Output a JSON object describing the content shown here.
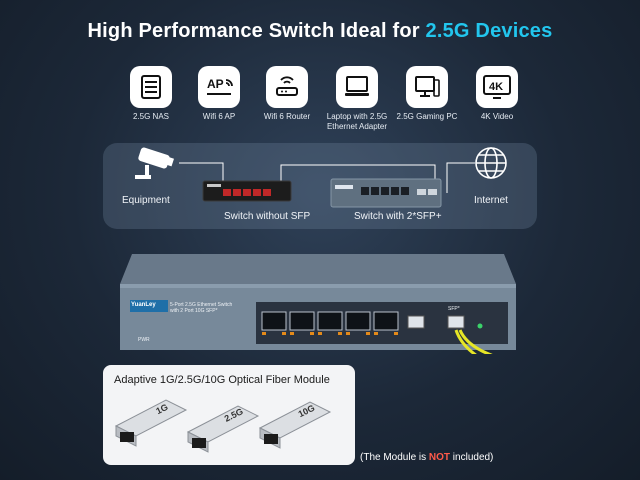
{
  "title": {
    "prefix": "High Performance Switch Ideal for ",
    "highlight": "2.5G Devices",
    "highlight_color": "#22c6ee"
  },
  "devices": [
    {
      "icon": "nas-icon",
      "label": "2.5G NAS"
    },
    {
      "icon": "wifi-ap-icon",
      "label": "Wifi 6 AP",
      "icon_text": "AP"
    },
    {
      "icon": "router-icon",
      "label": "Wifi 6 Router"
    },
    {
      "icon": "laptop-icon",
      "label": "Laptop with 2.5G Ethernet Adapter"
    },
    {
      "icon": "gaming-pc-icon",
      "label": "2.5G Gaming PC"
    },
    {
      "icon": "video-4k-icon",
      "label": "4K Video",
      "icon_text": "4K"
    }
  ],
  "topology": {
    "equipment": "Equipment",
    "switch_a": "Switch without SFP",
    "switch_b": "Switch with 2*SFP+",
    "internet": "Internet"
  },
  "switch": {
    "brand": "YuanLey",
    "desc_line1": "5-Port 2.5G Ethernet Switch",
    "desc_line2": "with 2 Port 10G SFP*",
    "sfp_label": "SFP*",
    "power": "PWR"
  },
  "modules": {
    "title": "Adaptive 1G/2.5G/10G Optical Fiber Module",
    "items": [
      "1G",
      "2.5G",
      "10G"
    ],
    "note_before": "(The Module is ",
    "note_not": "NOT",
    "note_after": " included)"
  },
  "colors": {
    "accent": "#22c6ee",
    "warning": "#ff5a4a",
    "fiber": "#e6e626"
  }
}
